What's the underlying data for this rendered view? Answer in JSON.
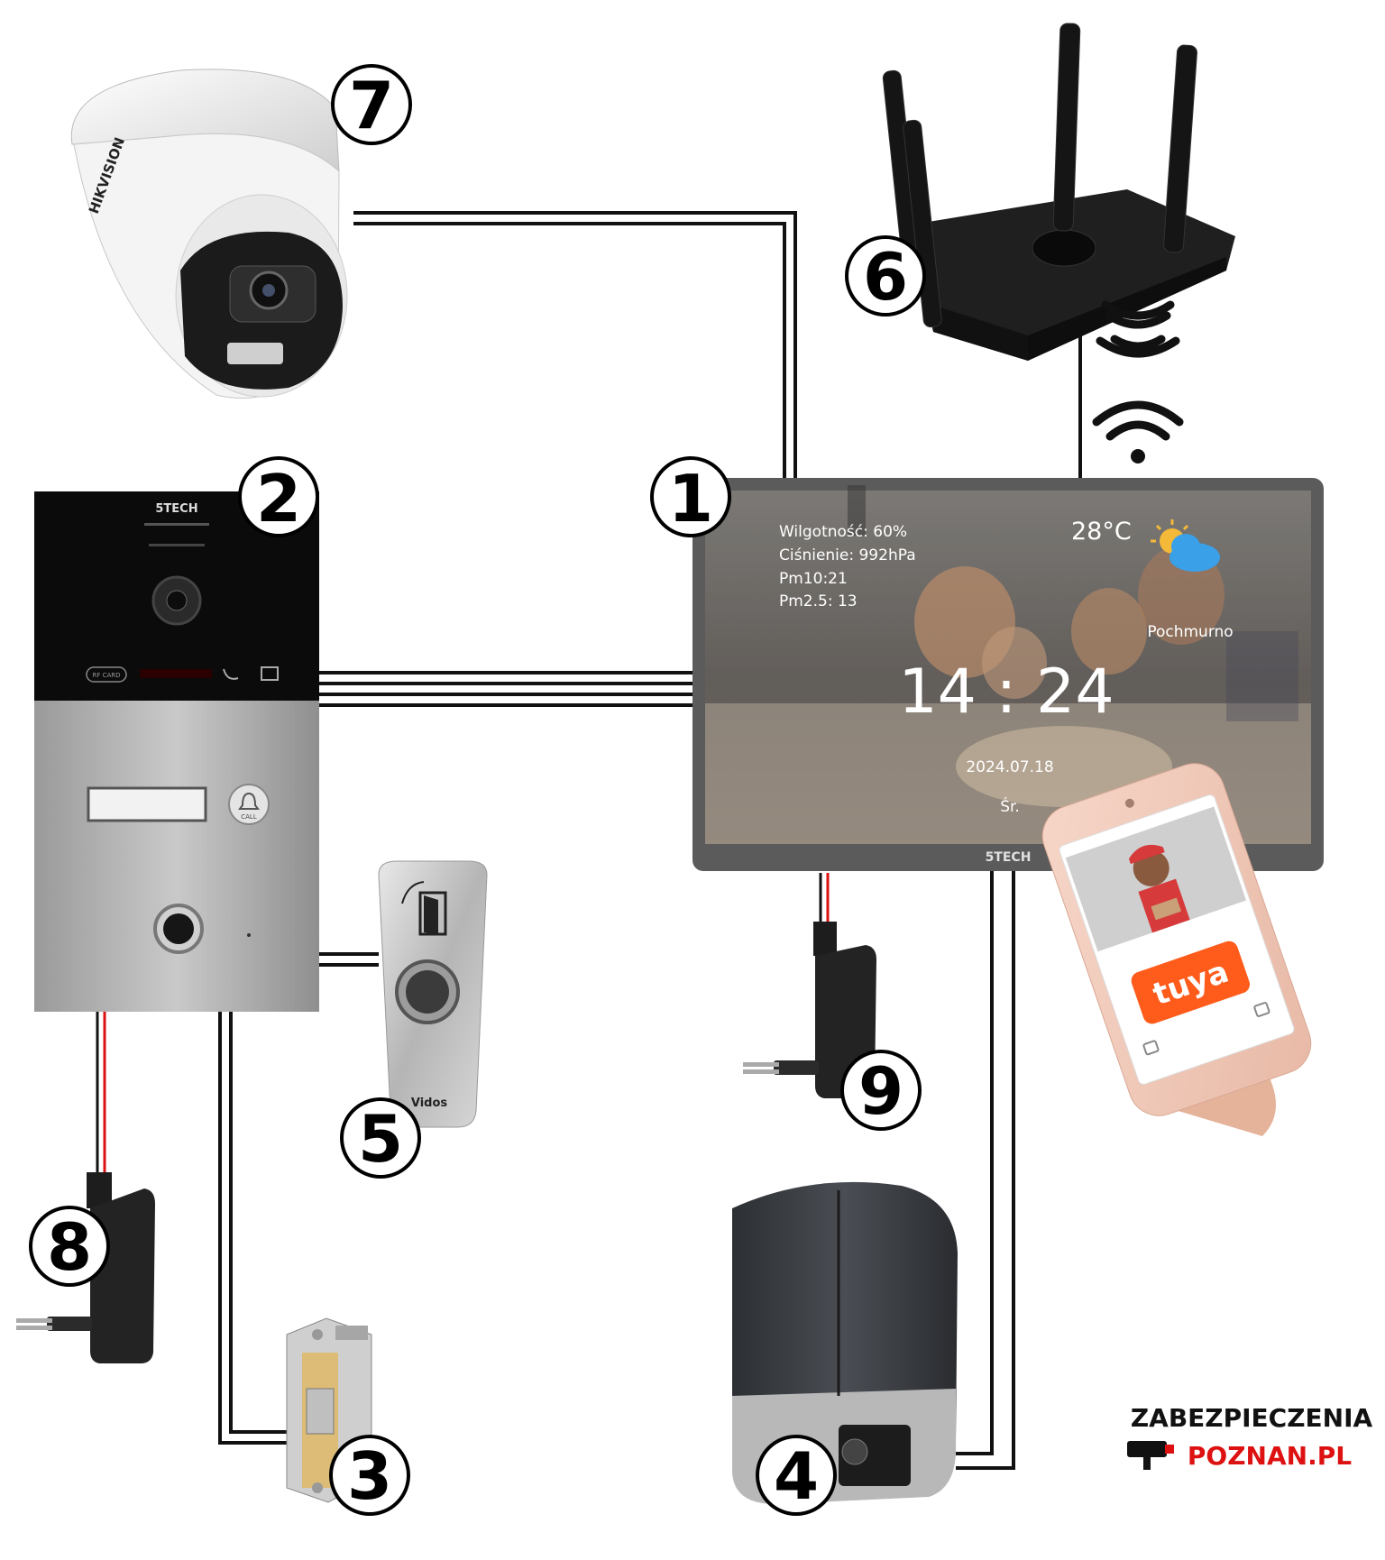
{
  "badges": [
    "1",
    "2",
    "3",
    "4",
    "5",
    "6",
    "7",
    "8",
    "9"
  ],
  "monitor": {
    "humidity": "Wilgotność: 60%",
    "pressure": "Ciśnienie: 992hPa",
    "pm10": "Pm10:21",
    "pm25": "Pm2.5: 13",
    "temperature": "28°C",
    "weather": "Pochmurno",
    "time": "14 : 24",
    "date": "2024.07.18",
    "weekday": "Śr.",
    "brand": "5TECH"
  },
  "door_station": {
    "brand": "5TECH",
    "card_label": "RF CARD",
    "call_label": "CALL"
  },
  "exit_button": {
    "brand": "Vidos"
  },
  "camera": {
    "brand": "HIKVISION"
  },
  "phone_app": {
    "logo": "tuya"
  },
  "logo": {
    "line1": "ZABEZPIECZENIA",
    "line2": "POZNAN.PL"
  },
  "icons": [
    "camera-icon",
    "router-icon",
    "wifi-icon",
    "weather-sun-cloud-icon",
    "bell-icon",
    "power-adapter-icon",
    "electric-strike-icon",
    "gate-motor-icon",
    "smartphone-icon"
  ]
}
